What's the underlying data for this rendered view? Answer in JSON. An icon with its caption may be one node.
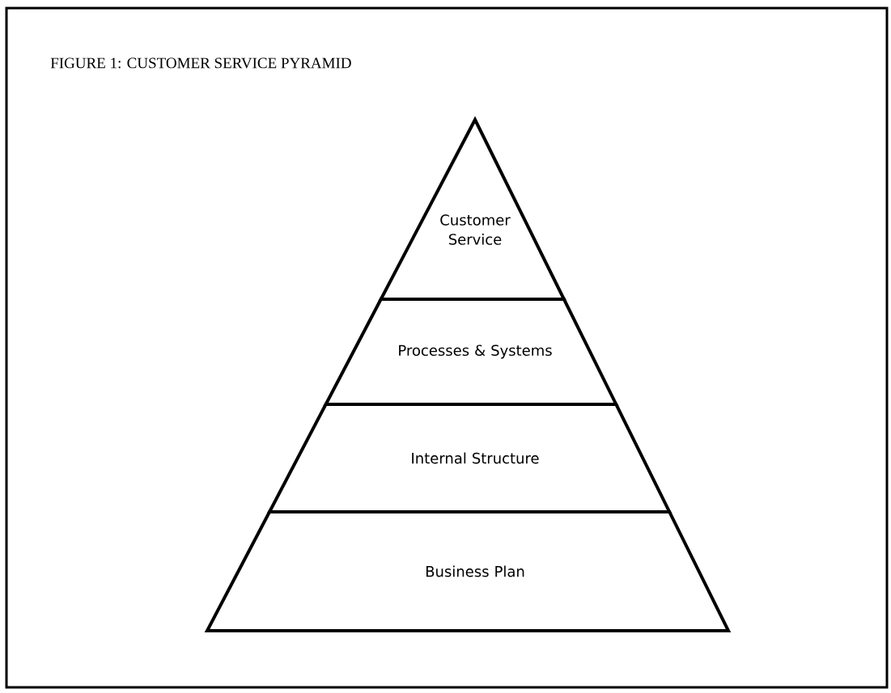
{
  "diagram": {
    "title": "FIGURE 1: CUSTOMER SERVICE PYRAMID",
    "nodes": [
      {
        "text": [
          "Customer Service"
        ]
      },
      {
        "text": [
          "Processes & Systems"
        ]
      },
      {
        "text": [
          "Internal Structure"
        ]
      },
      {
        "text": [
          "Business Plan"
        ]
      }
    ]
  }
}
